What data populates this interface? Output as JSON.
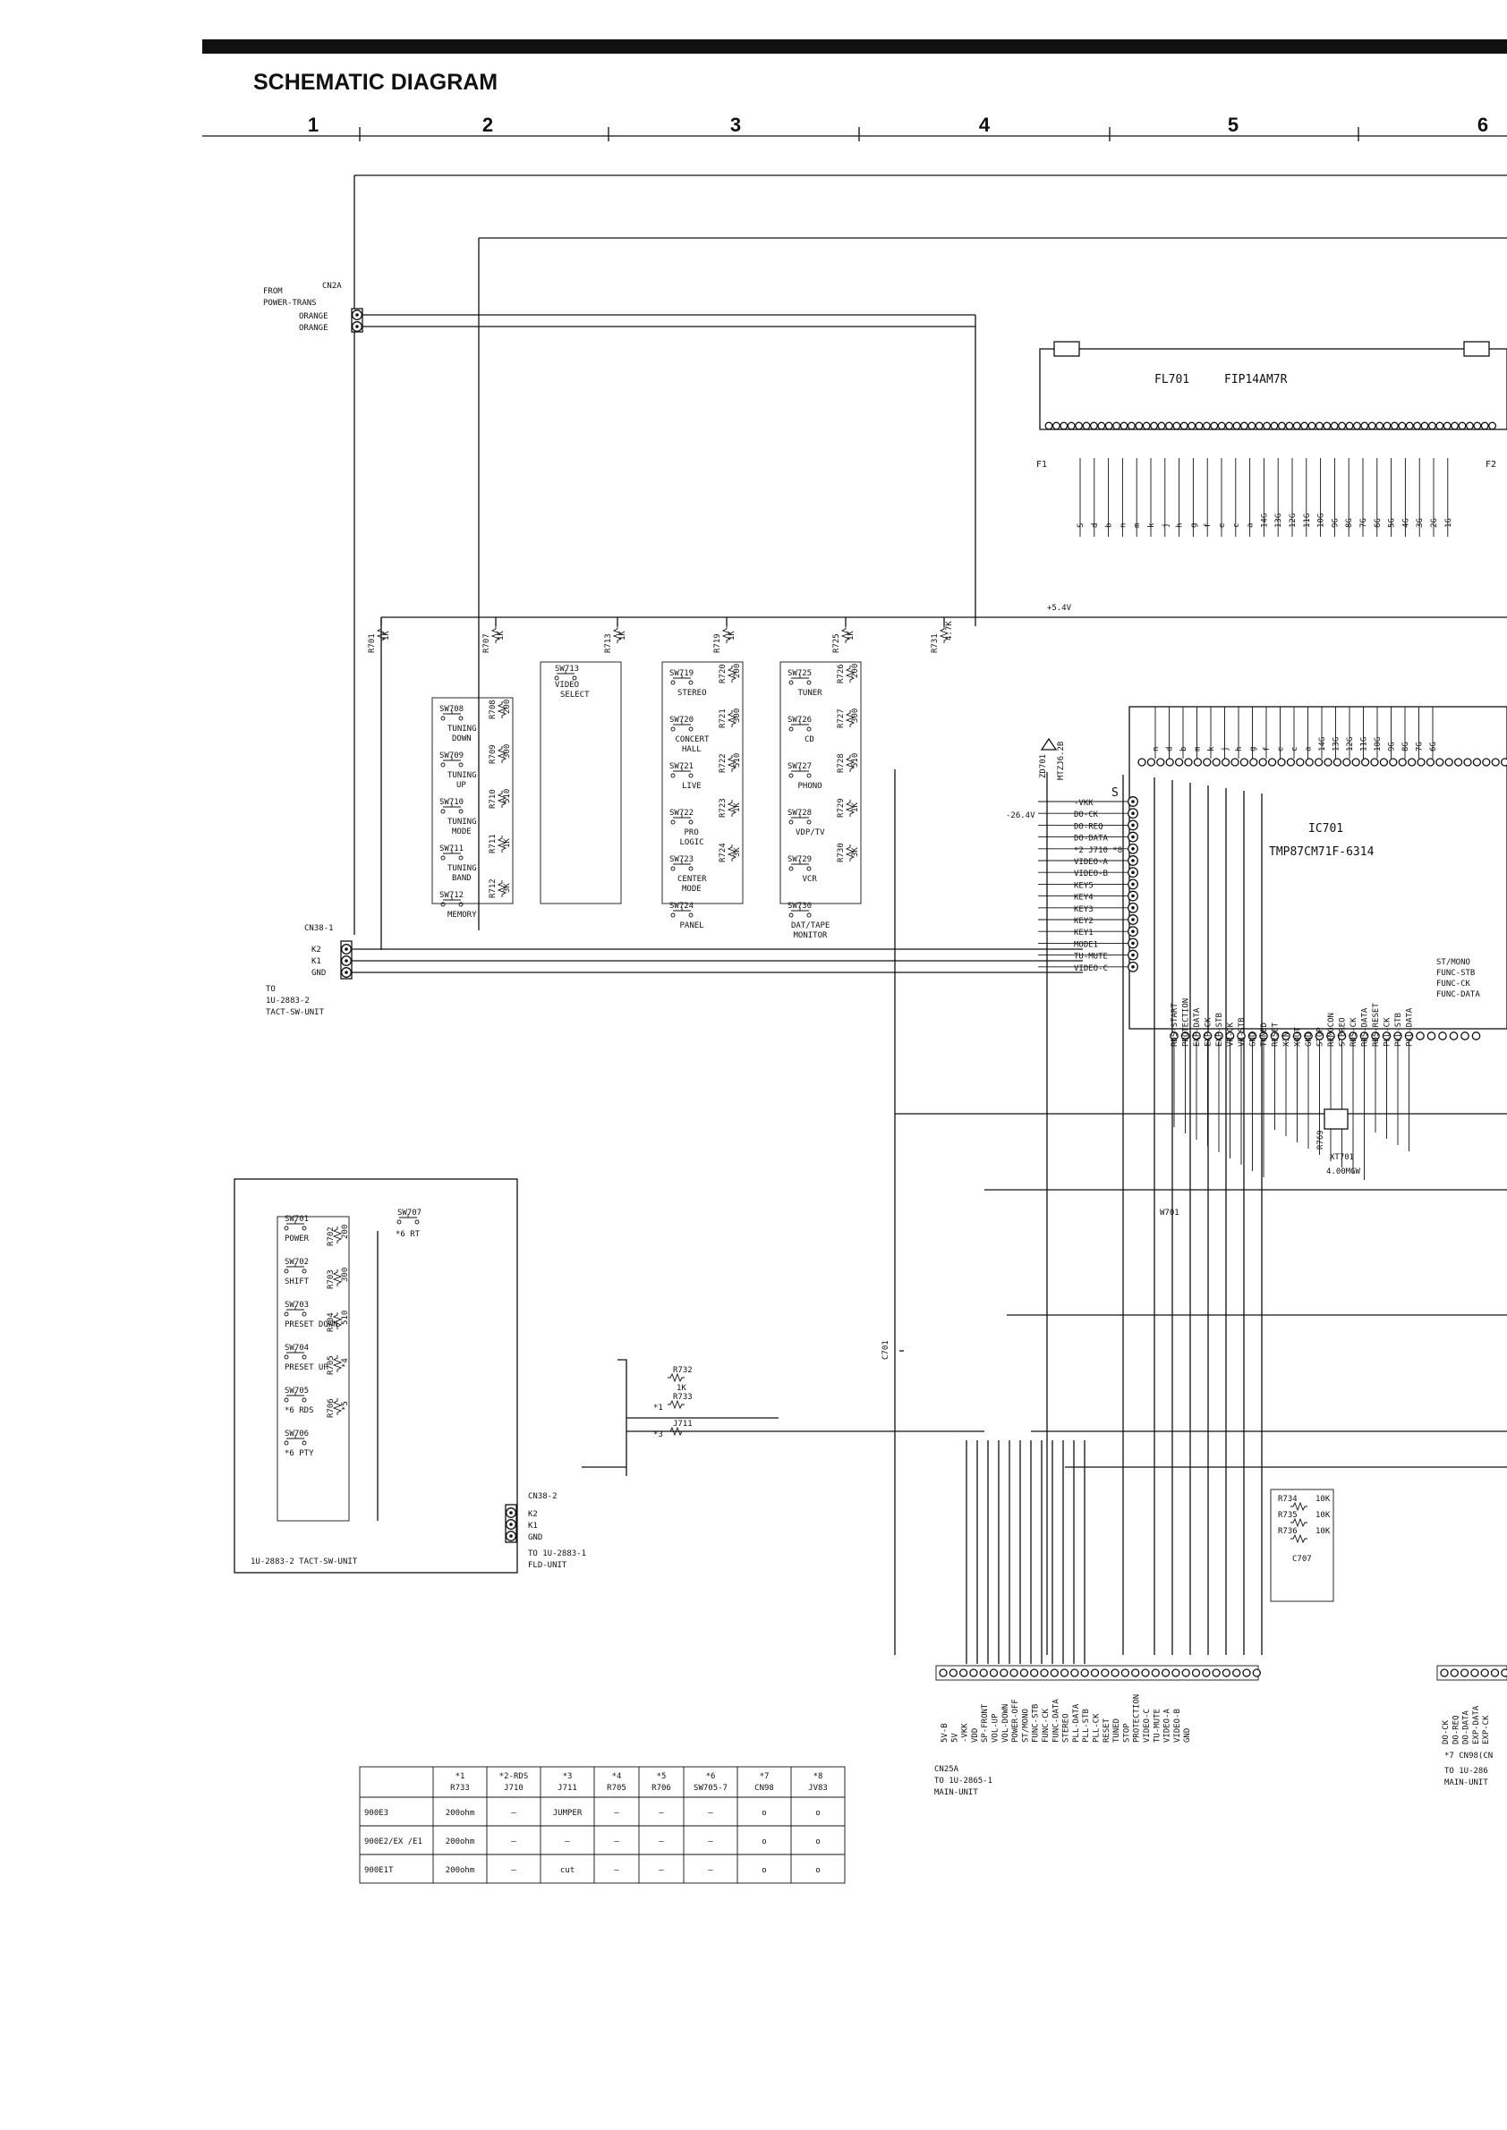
{
  "header": {
    "title": "SCHEMATIC DIAGRAM",
    "columns": [
      "1",
      "2",
      "3",
      "4",
      "5",
      "6"
    ]
  },
  "power_in": {
    "from": "FROM",
    "source": "POWER-TRANS",
    "cn": "CN2A",
    "pins": [
      "ORANGE",
      "ORANGE"
    ]
  },
  "display": {
    "ref": "FL701",
    "part": "FIP14AM7R",
    "f1": "F1",
    "f2": "F2",
    "pins": [
      "S",
      "d",
      "b",
      "n",
      "m",
      "k",
      "j",
      "h",
      "g",
      "f",
      "e",
      "c",
      "a",
      "14G",
      "13G",
      "12G",
      "11G",
      "10G",
      "9G",
      "8G",
      "7G",
      "6G",
      "5G",
      "4G",
      "3G",
      "2G",
      "1G"
    ]
  },
  "rail": {
    "plus": "+5.4V",
    "minus": "-26.4V"
  },
  "resistors_top": [
    {
      "ref": "R701",
      "val": "1K"
    },
    {
      "ref": "R707",
      "val": "1K"
    },
    {
      "ref": "R713",
      "val": "1K"
    },
    {
      "ref": "R719",
      "val": "1K"
    },
    {
      "ref": "R725",
      "val": "1K"
    },
    {
      "ref": "R731",
      "val": "4.7K"
    }
  ],
  "zener": {
    "ref": "ZD701",
    "part": "MTZJ6.2B"
  },
  "switch_group1": {
    "res": [
      {
        "ref": "R708",
        "val": "200"
      },
      {
        "ref": "R709",
        "val": "300"
      },
      {
        "ref": "R710",
        "val": "510"
      },
      {
        "ref": "R711",
        "val": "1K"
      },
      {
        "ref": "R712",
        "val": "3K"
      }
    ],
    "items": [
      {
        "sw": "SW708",
        "label": [
          "TUNING",
          "DOWN"
        ]
      },
      {
        "sw": "SW709",
        "label": [
          "TUNING",
          "UP"
        ]
      },
      {
        "sw": "SW710",
        "label": [
          "TUNING",
          "MODE"
        ]
      },
      {
        "sw": "SW711",
        "label": [
          "TUNING",
          "BAND"
        ]
      },
      {
        "sw": "SW712",
        "label": [
          "MEMORY"
        ]
      }
    ]
  },
  "switch_group2": {
    "sw": "SW713",
    "label": [
      "VIDEO",
      "SELECT"
    ]
  },
  "switch_group3": {
    "res": [
      {
        "ref": "R720",
        "val": "200"
      },
      {
        "ref": "R721",
        "val": "300"
      },
      {
        "ref": "R722",
        "val": "510"
      },
      {
        "ref": "R723",
        "val": "1K"
      },
      {
        "ref": "R724",
        "val": "3K"
      }
    ],
    "items": [
      {
        "sw": "SW719",
        "label": [
          "STEREO"
        ]
      },
      {
        "sw": "SW720",
        "label": [
          "CONCERT",
          "HALL"
        ]
      },
      {
        "sw": "SW721",
        "label": [
          "LIVE"
        ]
      },
      {
        "sw": "SW722",
        "label": [
          "PRO",
          "LOGIC"
        ]
      },
      {
        "sw": "SW723",
        "label": [
          "CENTER",
          "MODE"
        ]
      },
      {
        "sw": "SW724",
        "label": [
          "PANEL"
        ]
      }
    ]
  },
  "switch_group4": {
    "res": [
      {
        "ref": "R726",
        "val": "200"
      },
      {
        "ref": "R727",
        "val": "300"
      },
      {
        "ref": "R728",
        "val": "510"
      },
      {
        "ref": "R729",
        "val": "1K"
      },
      {
        "ref": "R730",
        "val": "3K"
      }
    ],
    "items": [
      {
        "sw": "SW725",
        "label": [
          "TUNER"
        ]
      },
      {
        "sw": "SW726",
        "label": [
          "CD"
        ]
      },
      {
        "sw": "SW727",
        "label": [
          "PHONO"
        ]
      },
      {
        "sw": "SW728",
        "label": [
          "VDP/TV"
        ]
      },
      {
        "sw": "SW729",
        "label": [
          "VCR"
        ]
      },
      {
        "sw": "SW730",
        "label": [
          "DAT/TAPE",
          "MONITOR"
        ]
      }
    ]
  },
  "cn38_1": {
    "ref": "CN38-1",
    "pins": [
      "K2",
      "K1",
      "GND"
    ],
    "to": "TO",
    "dest": "1U-2883-2",
    "unit": "TACT-SW-UNIT"
  },
  "ic": {
    "ref": "IC701",
    "part": "TMP87CM71F-6314",
    "left_pins": [
      "-VKK",
      "DO-CK",
      "DO-REQ",
      "DO-DATA",
      "*2 J710 *8",
      "VIDEO-A",
      "VIDEO-B",
      "KEY5",
      "KEY4",
      "KEY3",
      "KEY2",
      "KEY1",
      "MODE1",
      "TU-MUTE",
      "VIDEO-C"
    ],
    "top_pins": [
      "n",
      "d",
      "b",
      "m",
      "k",
      "j",
      "h",
      "g",
      "f",
      "e",
      "c",
      "a",
      "14G",
      "13G",
      "12G",
      "11G",
      "10G",
      "9G",
      "8G",
      "7G",
      "6G"
    ],
    "s": "S",
    "right_pins": [
      "ST/MONO",
      "FUNC-STB",
      "FUNC-CK",
      "FUNC-DATA"
    ],
    "bottom_pins": [
      "RDS-START",
      "PROTECTION",
      "EXP-DATA",
      "EXP-CK",
      "EXP-STB",
      "VR-CK",
      "VR-STB",
      "GND",
      "TUNED",
      "RESET",
      "XIN",
      "XOUT",
      "GND",
      "STOP",
      "REMOCON",
      "STEREO",
      "RDS-CK",
      "RDS-DATA",
      "RDS-RESET",
      "PLL-CK",
      "PLL-STB",
      "PLL-DATA"
    ]
  },
  "crystal": {
    "ref": "XT701",
    "val": "4.00MGW",
    "r": "R769"
  },
  "w701": "W701",
  "c701": "C701",
  "tact_unit": {
    "sw_items": [
      {
        "sw": "SW701",
        "label": "POWER",
        "r": "R702",
        "v": "200"
      },
      {
        "sw": "SW702",
        "label": "SHIFT",
        "r": "R703",
        "v": "300"
      },
      {
        "sw": "SW703",
        "label": "PRESET DOWN",
        "r": "R704",
        "v": "510"
      },
      {
        "sw": "SW704",
        "label": "PRESET UP",
        "r": "R705",
        "v": "*4"
      },
      {
        "sw": "SW705",
        "label": "*6 RDS",
        "r": "R706",
        "v": "*5"
      },
      {
        "sw": "SW706",
        "label": "*6 PTY",
        "r": "",
        "v": ""
      }
    ],
    "sw707": "SW707",
    "rt": "*6 RT",
    "name": "1U-2883-2  TACT-SW-UNIT",
    "cn": "CN38-2",
    "pins": [
      "K2",
      "K1",
      "GND"
    ],
    "to": "TO 1U-2883-1",
    "dest": "FLD-UNIT"
  },
  "jumpers": [
    {
      "ref": "R732",
      "val": "1K",
      "mark": ""
    },
    {
      "ref": "R733",
      "val": "",
      "mark": "*1"
    },
    {
      "ref": "J711",
      "val": "",
      "mark": "*3"
    }
  ],
  "pullups": [
    {
      "ref": "R734",
      "val": "10K"
    },
    {
      "ref": "R735",
      "val": "10K"
    },
    {
      "ref": "R736",
      "val": "10K"
    }
  ],
  "c707": "C707",
  "cn25a": {
    "ref": "CN25A",
    "to": "TO 1U-2865-1",
    "unit": "MAIN-UNIT",
    "pins": [
      "5V-B",
      "5V",
      "-VKK",
      "VDD",
      "SP-FRONT",
      "VOL-UP",
      "VOL-DOWN",
      "POWER-OFF",
      "ST/MONO",
      "FUNC-STB",
      "FUNC-CK",
      "FUNC-DATA",
      "STEREO",
      "PLL-DATA",
      "PLL-STB",
      "PLL-CK",
      "RESET",
      "TUNED",
      "STOP",
      "PROTECTION",
      "VIDEO-C",
      "TU-MUTE",
      "VIDEO-A",
      "VIDEO-B",
      "GND"
    ]
  },
  "cn98": {
    "ref": "*7 CN98(CN",
    "to": "TO 1U-286",
    "unit": "MAIN-UNIT",
    "pins": [
      "DO-CK",
      "DO-REQ",
      "DO-DATA",
      "EXP-DATA",
      "EXP-CK"
    ]
  },
  "table": {
    "headers": [
      [
        "",
        "*1",
        "*2-RDS",
        "*3",
        "*4",
        "*5",
        "*6",
        "*7",
        "*8"
      ],
      [
        "",
        "R733",
        "J710",
        "J711",
        "R705",
        "R706",
        "SW705-7",
        "CN98",
        "JV83"
      ]
    ],
    "rows": [
      [
        "900E3",
        "200ohm",
        "—",
        "JUMPER",
        "—",
        "—",
        "—",
        "o",
        "o"
      ],
      [
        "900E2/EX /E1",
        "200ohm",
        "—",
        "—",
        "—",
        "—",
        "—",
        "o",
        "o"
      ],
      [
        "900E1T",
        "200ohm",
        "—",
        "cut",
        "—",
        "—",
        "—",
        "o",
        "o"
      ]
    ]
  }
}
